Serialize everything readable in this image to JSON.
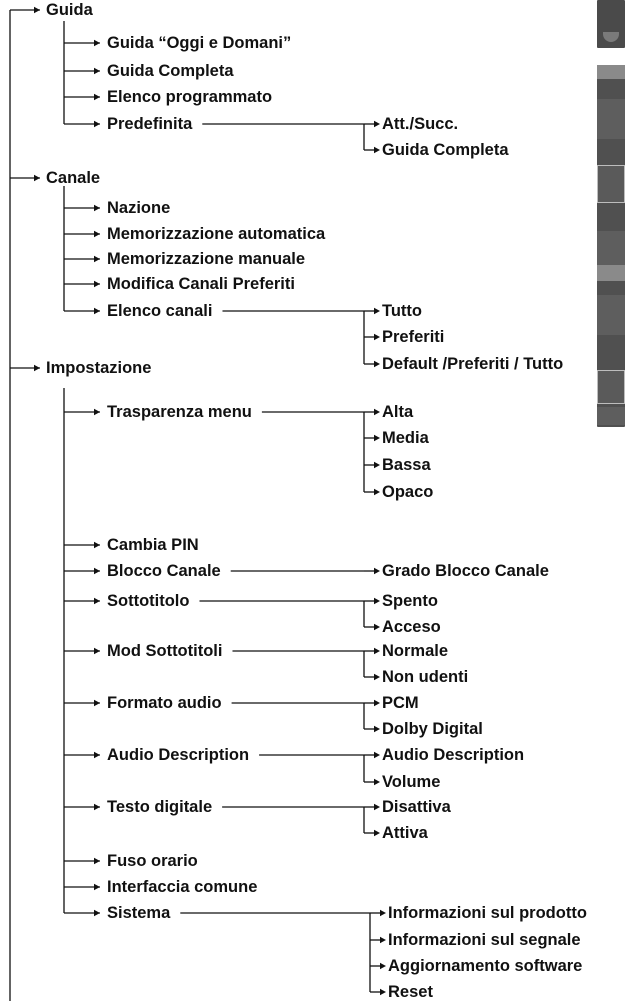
{
  "colors": {
    "text": "#111111",
    "line": "#111111",
    "thumb_dark": "#4a4a4a",
    "thumb_light": "#8a8a8a"
  },
  "root": [
    {
      "label": "Guida",
      "children": [
        {
          "label": "Guida “Oggi e Domani”"
        },
        {
          "label": "Guida Completa"
        },
        {
          "label": "Elenco programmato"
        },
        {
          "label": "Predefinita",
          "children": [
            {
              "label": "Att./Succ."
            },
            {
              "label": "Guida Completa"
            }
          ]
        }
      ]
    },
    {
      "label": "Canale",
      "children": [
        {
          "label": "Nazione"
        },
        {
          "label": "Memorizzazione automatica"
        },
        {
          "label": "Memorizzazione manuale"
        },
        {
          "label": "Modifica Canali Preferiti"
        },
        {
          "label": "Elenco canali",
          "children": [
            {
              "label": "Tutto"
            },
            {
              "label": "Preferiti"
            },
            {
              "label": "Default /Preferiti / Tutto"
            }
          ]
        }
      ]
    },
    {
      "label": "Impostazione",
      "children": [
        {
          "label": "Trasparenza menu",
          "children": [
            {
              "label": "Alta"
            },
            {
              "label": "Media"
            },
            {
              "label": "Bassa"
            },
            {
              "label": "Opaco"
            }
          ]
        },
        {
          "label": "Cambia PIN"
        },
        {
          "label": "Blocco Canale",
          "children": [
            {
              "label": "Grado Blocco Canale"
            }
          ]
        },
        {
          "label": "Sottotitolo",
          "children": [
            {
              "label": "Spento"
            },
            {
              "label": "Acceso"
            }
          ]
        },
        {
          "label": "Mod Sottotitoli",
          "children": [
            {
              "label": "Normale"
            },
            {
              "label": "Non udenti"
            }
          ]
        },
        {
          "label": "Formato audio",
          "children": [
            {
              "label": "PCM"
            },
            {
              "label": "Dolby Digital"
            }
          ]
        },
        {
          "label": "Audio Description",
          "children": [
            {
              "label": "Audio Description"
            },
            {
              "label": "Volume"
            }
          ]
        },
        {
          "label": "Testo digitale",
          "children": [
            {
              "label": "Disattiva"
            },
            {
              "label": "Attiva"
            }
          ]
        },
        {
          "label": "Fuso orario"
        },
        {
          "label": "Interfaccia comune"
        },
        {
          "label": "Sistema",
          "children": [
            {
              "label": "Informazioni sul prodotto"
            },
            {
              "label": "Informazioni sul segnale"
            },
            {
              "label": "Aggiornamento software"
            },
            {
              "label": "Reset"
            }
          ]
        }
      ]
    }
  ]
}
